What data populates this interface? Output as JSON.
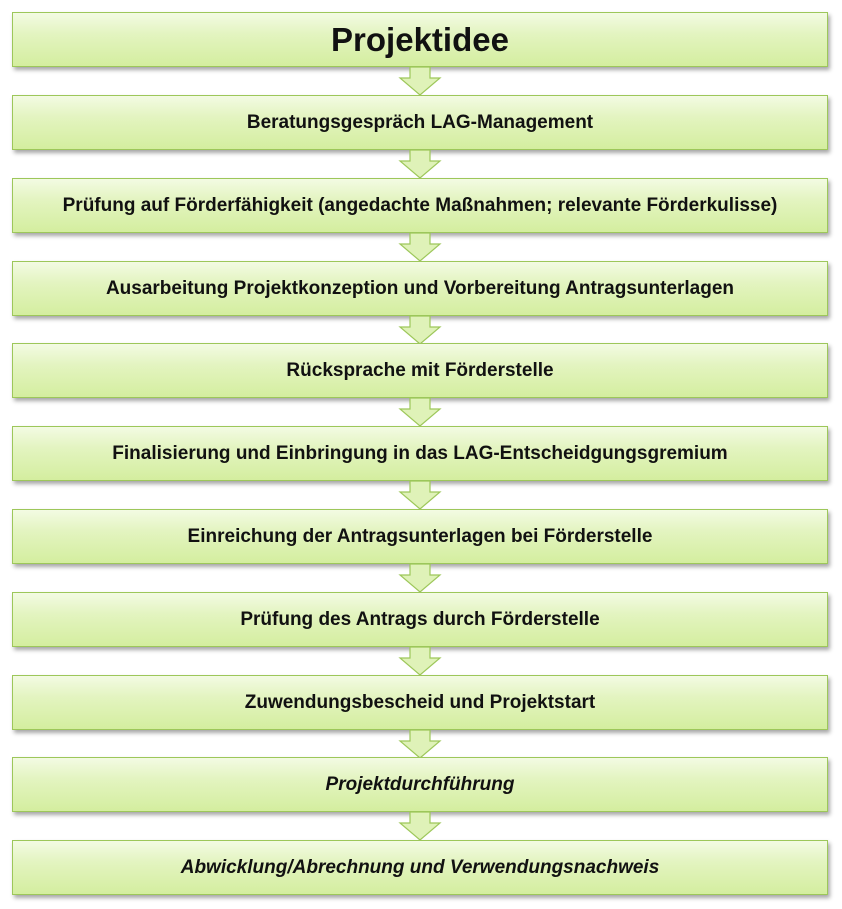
{
  "steps": [
    {
      "label": "Projektidee"
    },
    {
      "label": "Beratungsgespräch LAG-Management"
    },
    {
      "label": "Prüfung auf Förderfähigkeit (angedachte Maßnahmen; relevante Förderkulisse)"
    },
    {
      "label": "Ausarbeitung Projektkonzeption und Vorbereitung Antragsunterlagen"
    },
    {
      "label": "Rücksprache mit Förderstelle"
    },
    {
      "label": "Finalisierung und Einbringung in das LAG-Entscheidgungsgremium"
    },
    {
      "label": "Einreichung der Antragsunterlagen bei Förderstelle"
    },
    {
      "label": "Prüfung des Antrags durch Förderstelle"
    },
    {
      "label": "Zuwendungsbescheid und Projektstart"
    },
    {
      "label": "Projektdurchführung"
    },
    {
      "label": "Abwicklung/Abrechnung und Verwendungsnachweis"
    }
  ],
  "colors": {
    "box_fill_top": "#f3fbe3",
    "box_fill_bottom": "#d4ee9f",
    "box_border": "#9dc75a",
    "arrow_fill": "#dff2b8",
    "arrow_stroke": "#9dc75a",
    "text": "#111111"
  }
}
